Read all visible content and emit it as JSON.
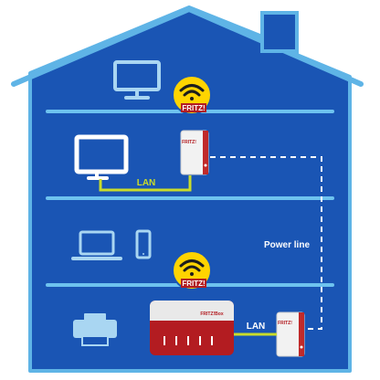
{
  "labels": {
    "lan_top": "LAN",
    "lan_bottom": "LAN",
    "power_line": "Power line",
    "badge_top": "FRITZ!",
    "badge_bottom": "FRITZ!",
    "router_logo": "FRITZ!Box",
    "adapter_logo_top": "FRITZ!",
    "adapter_logo_bottom": "FRITZ!"
  },
  "colors": {
    "house_fill": "#1a55b4",
    "house_outline": "#5fb4e6",
    "floor_line": "#6ec3ef",
    "device_icon_light": "#a9d6f2",
    "device_icon_white": "#ffffff",
    "lan_cable": "#c9dc2a",
    "badge": "#ffd400",
    "router_red": "#b31c21",
    "powerline_dash": "#ffffff"
  },
  "icons": {
    "monitor": "desktop-monitor-icon",
    "tv": "tv-icon",
    "laptop": "laptop-icon",
    "phone": "smartphone-icon",
    "printer": "printer-icon",
    "wifi": "wifi-icon"
  }
}
